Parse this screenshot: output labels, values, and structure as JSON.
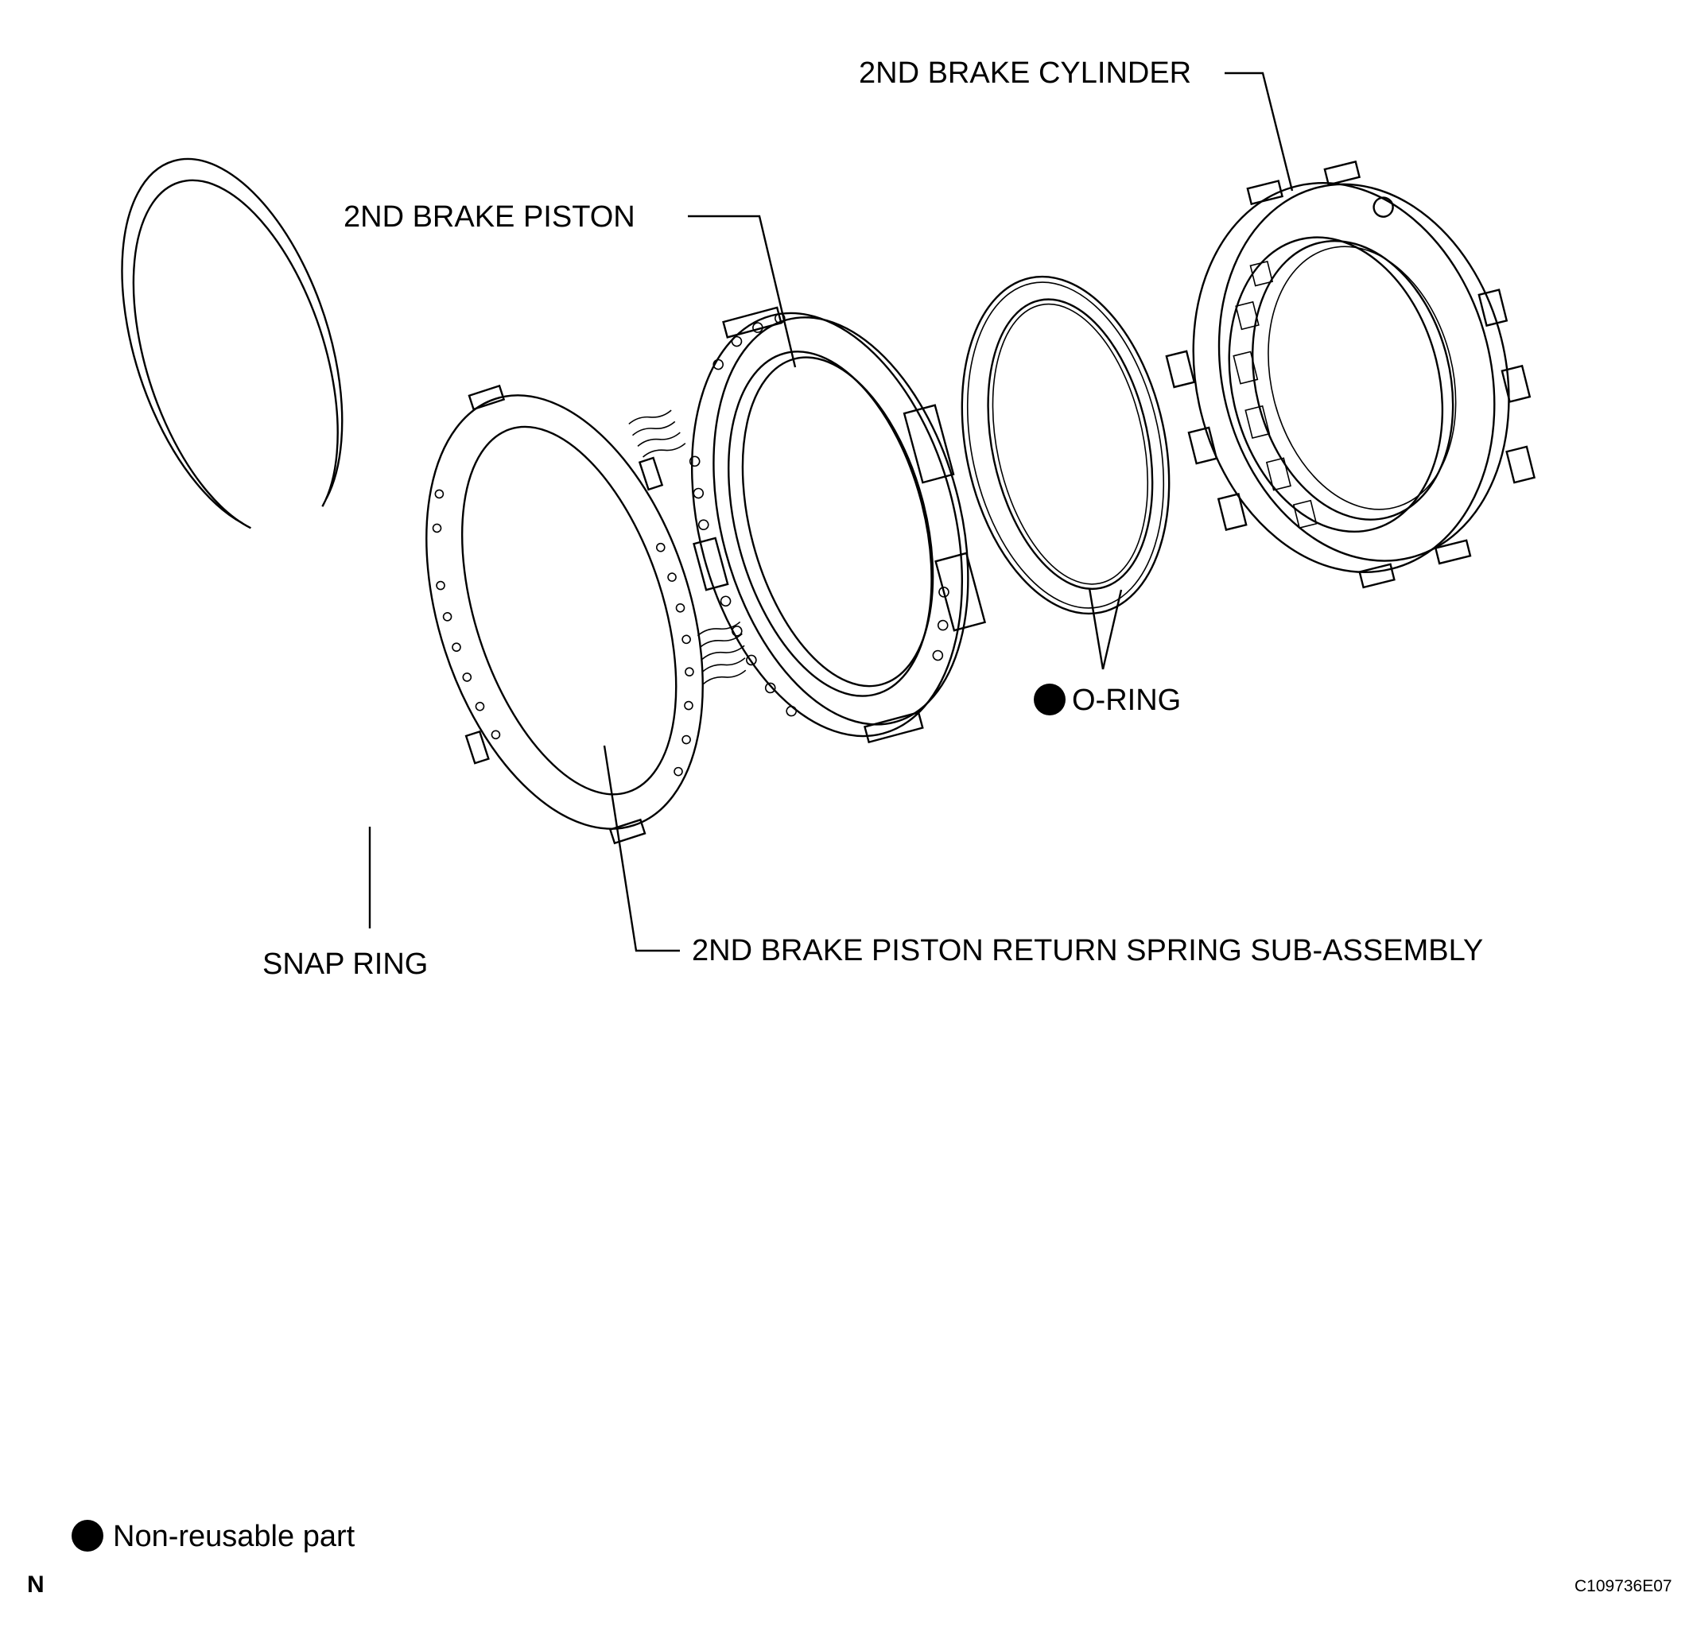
{
  "labels": {
    "brake_cylinder": "2ND BRAKE CYLINDER",
    "brake_piston": "2ND BRAKE PISTON",
    "o_ring": "O-RING",
    "snap_ring": "SNAP RING",
    "return_spring": "2ND BRAKE PISTON RETURN SPRING SUB-ASSEMBLY"
  },
  "legend": {
    "non_reusable": "Non-reusable part"
  },
  "footer": {
    "left_code": "N",
    "figure_id": "C109736E07"
  }
}
